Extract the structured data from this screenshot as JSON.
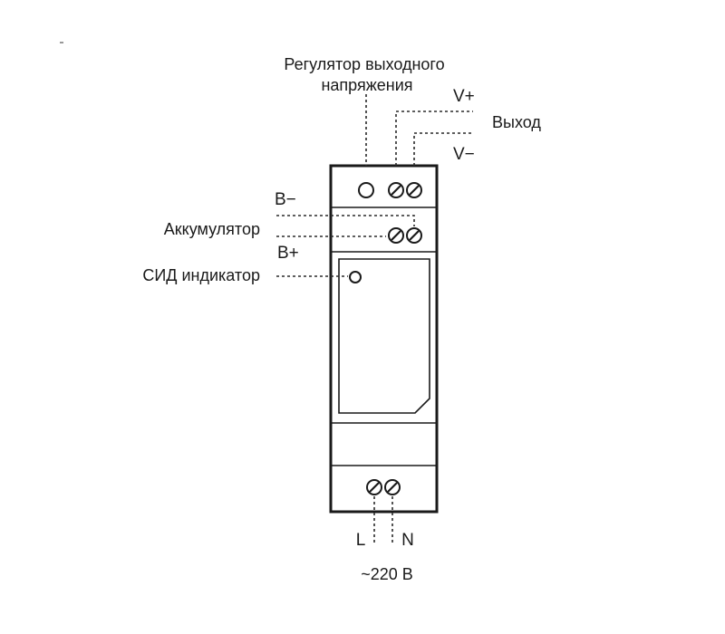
{
  "labels": {
    "regulator_line1": "Регулятор выходного",
    "regulator_line2": "напряжения",
    "v_plus": "V+",
    "output": "Выход",
    "v_minus": "V−",
    "b_minus": "B−",
    "battery": "Аккумулятор",
    "b_plus": "B+",
    "led": "СИД индикатор",
    "l": "L",
    "n": "N",
    "mains": "~220 В"
  }
}
